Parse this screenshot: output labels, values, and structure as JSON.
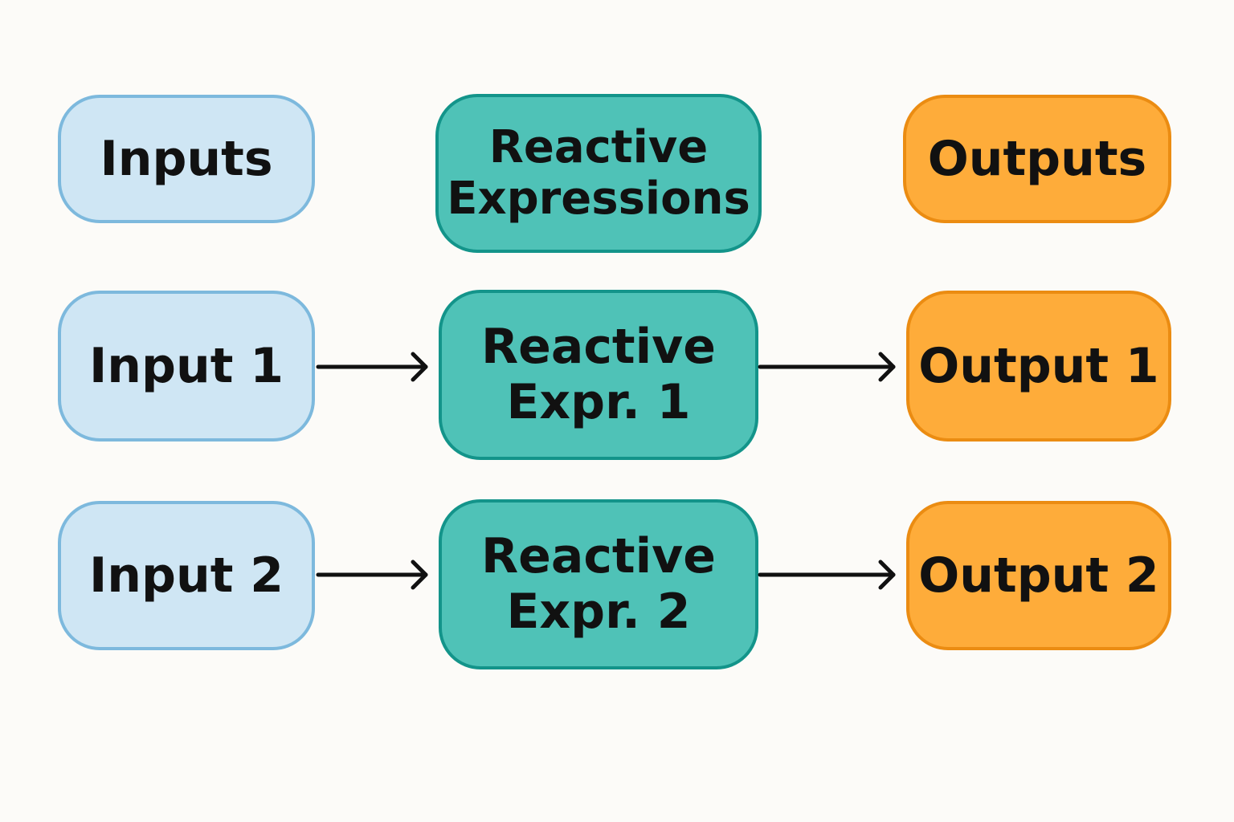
{
  "headers": {
    "inputs": "Inputs",
    "reactive": "Reactive\nExpressions",
    "outputs": "Outputs"
  },
  "rows": [
    {
      "input": "Input 1",
      "reactive": "Reactive\nExpr. 1",
      "output": "Output 1"
    },
    {
      "input": "Input 2",
      "reactive": "Reactive\nExpr. 2",
      "output": "Output 2"
    }
  ],
  "colors": {
    "background": "#fcfbf8",
    "input_fill": "#cfe6f4",
    "input_border": "#7db9dd",
    "reactive_fill": "#4fc2b7",
    "reactive_border": "#13948a",
    "output_fill": "#feac3a",
    "output_border": "#eb8c12",
    "arrow": "#111111"
  }
}
